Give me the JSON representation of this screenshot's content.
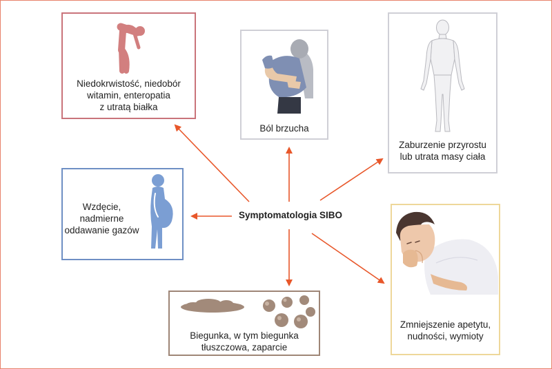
{
  "diagram": {
    "center": {
      "label": "Symptomatologia SIBO"
    },
    "boxes": {
      "anemia": {
        "lines": [
          "Niedokrwistość, niedobór",
          "witamin, enteropatia",
          "z utratą białka"
        ],
        "border_color": "#c9737a"
      },
      "pain": {
        "lines": [
          "Ból brzucha"
        ],
        "border_color": "#cfcfd6"
      },
      "growth": {
        "lines": [
          "Zaburzenie przyrostu",
          "lub utrata masy ciała"
        ],
        "border_color": "#cfcfd6"
      },
      "bloating": {
        "lines": [
          "Wzdęcie,",
          "nadmierne",
          "oddawanie gazów"
        ],
        "border_color": "#6e8fc4"
      },
      "diarrhea": {
        "lines": [
          "Biegunka, w tym biegunka",
          "tłuszczowa, zaparcie"
        ],
        "border_color": "#9e8576"
      },
      "appetite": {
        "lines": [
          "Zmniejszenie apetytu,",
          "nudności, wymioty"
        ],
        "border_color": "#eed79a"
      }
    },
    "arrow_color": "#e8572a",
    "icons": [
      "bent-person-icon",
      "abdominal-pain-person-icon",
      "body-outline-icon",
      "bloated-person-icon",
      "stool-icon",
      "nauseous-person-icon"
    ]
  }
}
